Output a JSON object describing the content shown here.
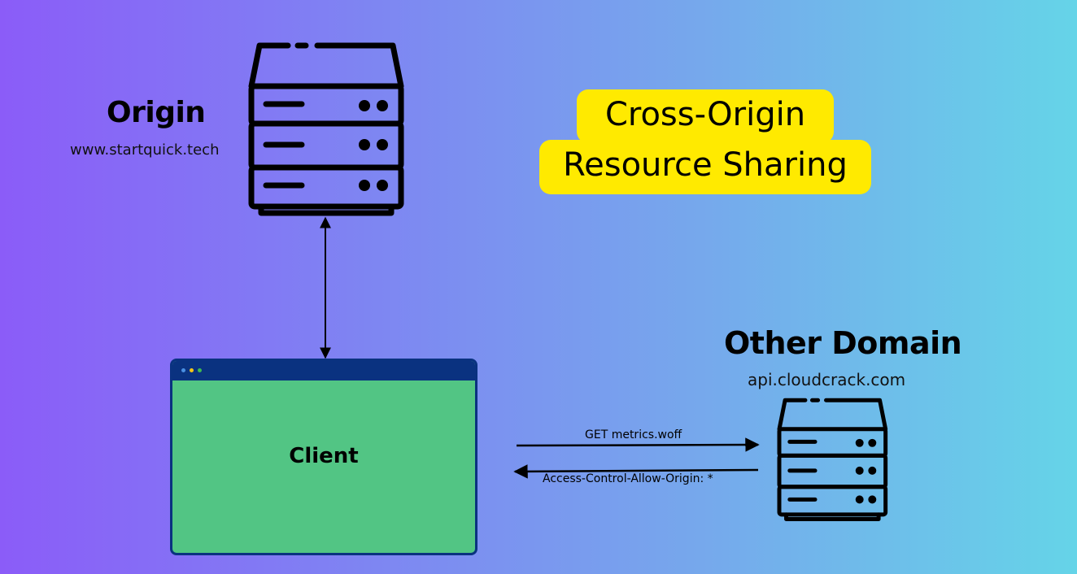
{
  "origin": {
    "title": "Origin",
    "domain": "www.startquick.tech"
  },
  "heading": {
    "line1": "Cross-Origin",
    "line2": "Resource Sharing"
  },
  "other": {
    "title": "Other Domain",
    "domain": "api.cloudcrack.com"
  },
  "client": {
    "label": "Client"
  },
  "requests": {
    "get": "GET metrics.woff",
    "response": "Access-Control-Allow-Origin: *"
  },
  "colors": {
    "highlight": "#ffea00",
    "browser_body": "#52c584",
    "browser_frame": "#0a3280",
    "dot1": "#4a90e2",
    "dot2": "#f5c518",
    "dot3": "#3fb950"
  },
  "icons": [
    "server-icon",
    "browser-window-icon",
    "arrow-icon"
  ]
}
